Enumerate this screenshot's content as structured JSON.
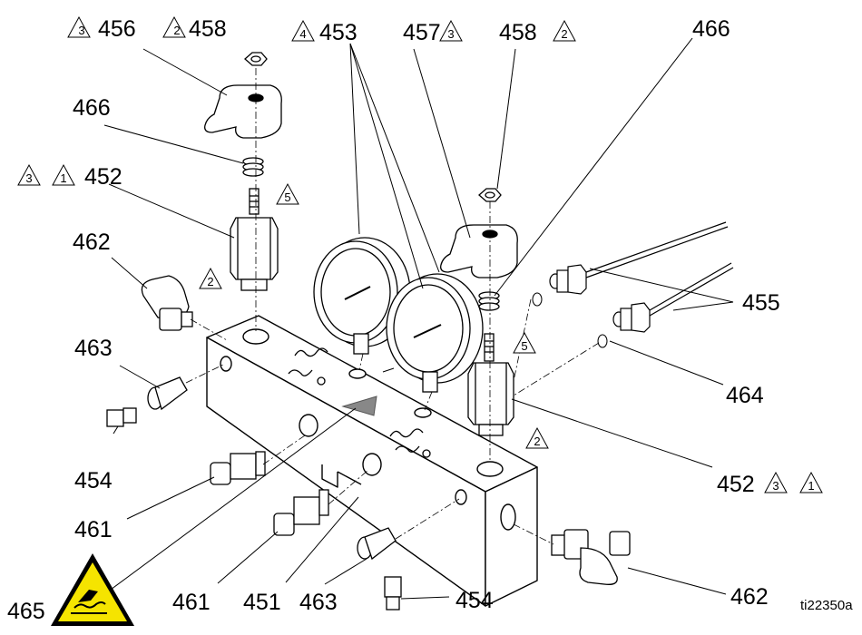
{
  "figure_ref": "ti22350a",
  "labels": {
    "l456": "456",
    "l458a": "458",
    "l453": "453",
    "l457": "457",
    "l458b": "458",
    "l466a": "466",
    "l466b": "466",
    "l452a": "452",
    "l462a": "462",
    "l455": "455",
    "l463a": "463",
    "l464": "464",
    "l454a": "454",
    "l452b": "452",
    "l461a": "461",
    "l461b": "461",
    "l451": "451",
    "l463b": "463",
    "l454b": "454",
    "l462b": "462",
    "l465": "465"
  },
  "notes": {
    "n1": "1",
    "n2": "2",
    "n3": "3",
    "n4": "4",
    "n5": "5"
  }
}
